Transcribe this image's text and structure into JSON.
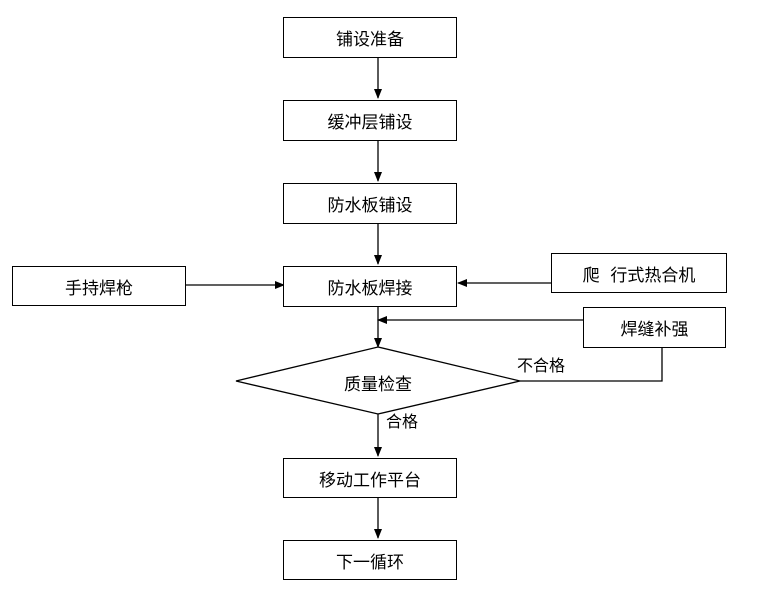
{
  "nodes": {
    "prep": "铺设准备",
    "buffer": "缓冲层铺设",
    "board_lay": "防水板铺设",
    "weld": "防水板焊接",
    "handheld": "手持焊枪",
    "crawler": "爬  行式热合机",
    "repair": "焊缝补强",
    "inspect": "质量检查",
    "move": "移动工作平台",
    "next": "下一循环"
  },
  "labels": {
    "fail": "不合格",
    "pass": "合格"
  }
}
